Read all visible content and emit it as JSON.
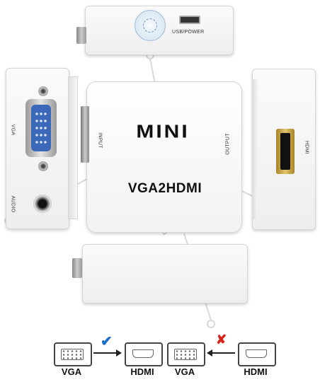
{
  "top_view": {
    "port_label": "USB/POWER"
  },
  "left_view": {
    "vga_label": "VGA",
    "audio_label": "AUDIO"
  },
  "front_view": {
    "title": "MINI",
    "subtitle": "VGA2HDMI",
    "input_label": "INPUT",
    "output_label": "OUTPUT"
  },
  "right_view": {
    "hdmi_label": "HDMI"
  },
  "diagram": {
    "supported": {
      "from": "VGA",
      "to": "HDMI",
      "mark": "✔",
      "mark_color": "#1e6fc9"
    },
    "unsupported": {
      "from": "VGA",
      "to": "HDMI",
      "mark": "✘",
      "mark_color": "#d6261c"
    }
  },
  "colors": {
    "vga_port": "#3b68b8",
    "hdmi_gold": "#c9a042",
    "body": "#f2f2f2"
  }
}
